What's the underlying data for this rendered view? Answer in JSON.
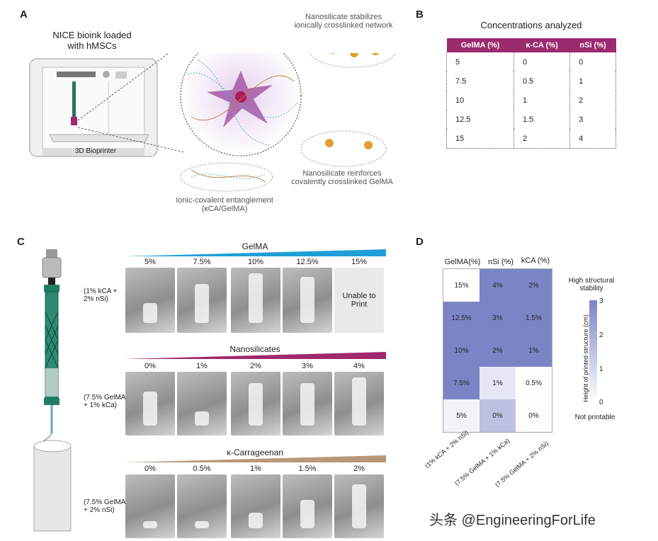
{
  "panelA": {
    "letter": "A",
    "title_line1": "NICE bioink loaded",
    "title_line2": "with hMSCs",
    "printer_label": "3D Bioprinter",
    "callout_top_line1": "Nanosilicate stabilizes",
    "callout_top_line2": "ionically crosslinked network",
    "callout_right_line1": "Nanosilicate reinforces",
    "callout_right_line2": "covalently crosslinked GelMA",
    "callout_bottom_line1": "Ionic-covalent entanglement",
    "callout_bottom_line2": "(κCA/GelMA)"
  },
  "panelB": {
    "letter": "B",
    "title": "Concentrations analyzed",
    "headers": [
      "GelMA (%)",
      "κ-CA (%)",
      "nSi (%)"
    ],
    "rows": [
      [
        "5",
        "0",
        "0"
      ],
      [
        "7.5",
        "0.5",
        "1"
      ],
      [
        "10",
        "1",
        "2"
      ],
      [
        "12.5",
        "1.5",
        "3"
      ],
      [
        "15",
        "2",
        "4"
      ]
    ]
  },
  "panelC": {
    "letter": "C",
    "rows": [
      {
        "title": "GelMA",
        "condition_line1": "(1% kCA +",
        "condition_line2": "2% nSi)",
        "labels": [
          "5%",
          "7.5%",
          "10%",
          "12.5%",
          "15%"
        ],
        "unable_line1": "Unable to",
        "unable_line2": "Print",
        "color": "#1e9fd8"
      },
      {
        "title": "Nanosilicates",
        "condition_line1": "(7.5% GelMA",
        "condition_line2": "+ 1% kCa)",
        "labels": [
          "0%",
          "1%",
          "2%",
          "3%",
          "4%"
        ],
        "color": "#a0286c"
      },
      {
        "title": "κ-Carrageenan",
        "condition_line1": "(7.5% GelMA",
        "condition_line2": "+ 2% nSi)",
        "labels": [
          "0%",
          "0.5%",
          "1%",
          "1.5%",
          "2%"
        ],
        "color": "#b89878"
      }
    ]
  },
  "panelD": {
    "letter": "D",
    "col_headers": [
      "GelMA(%)",
      "nSi (%)",
      "kCA (%)"
    ],
    "row_labels": [
      "(1% kCA + 2% nSi)",
      "(7.5% GelMA + 1% kCa)",
      "(7.5% GelMA + 2% nSi)"
    ],
    "colorbar_top_line1": "High structural",
    "colorbar_top_line2": "stability",
    "colorbar_axis": "Height of printed structure (cm)",
    "colorbar_ticks": [
      "3",
      "2",
      "1",
      "0"
    ],
    "colorbar_bottom": "Not printable",
    "color_high": "#7b85c6",
    "color_low": "#ffffff"
  },
  "chart_data": {
    "type": "heatmap",
    "columns": [
      "GelMA(%)",
      "nSi (%)",
      "kCA (%)"
    ],
    "cells": [
      {
        "labels": [
          "15%",
          "4%",
          "2%"
        ],
        "values": [
          0,
          3,
          3
        ]
      },
      {
        "labels": [
          "12.5%",
          "3%",
          "1.5%"
        ],
        "values": [
          3,
          3,
          3
        ]
      },
      {
        "labels": [
          "10%",
          "2%",
          "1%"
        ],
        "values": [
          3,
          3,
          3
        ]
      },
      {
        "labels": [
          "7.5%",
          "1%",
          "0.5%"
        ],
        "values": [
          3,
          0.6,
          0.05
        ]
      },
      {
        "labels": [
          "5%",
          "0%",
          "0%"
        ],
        "values": [
          0.3,
          1.5,
          0.05
        ]
      }
    ],
    "colorbar_range": [
      0,
      3
    ]
  },
  "watermark": "头条 @EngineeringForLife"
}
